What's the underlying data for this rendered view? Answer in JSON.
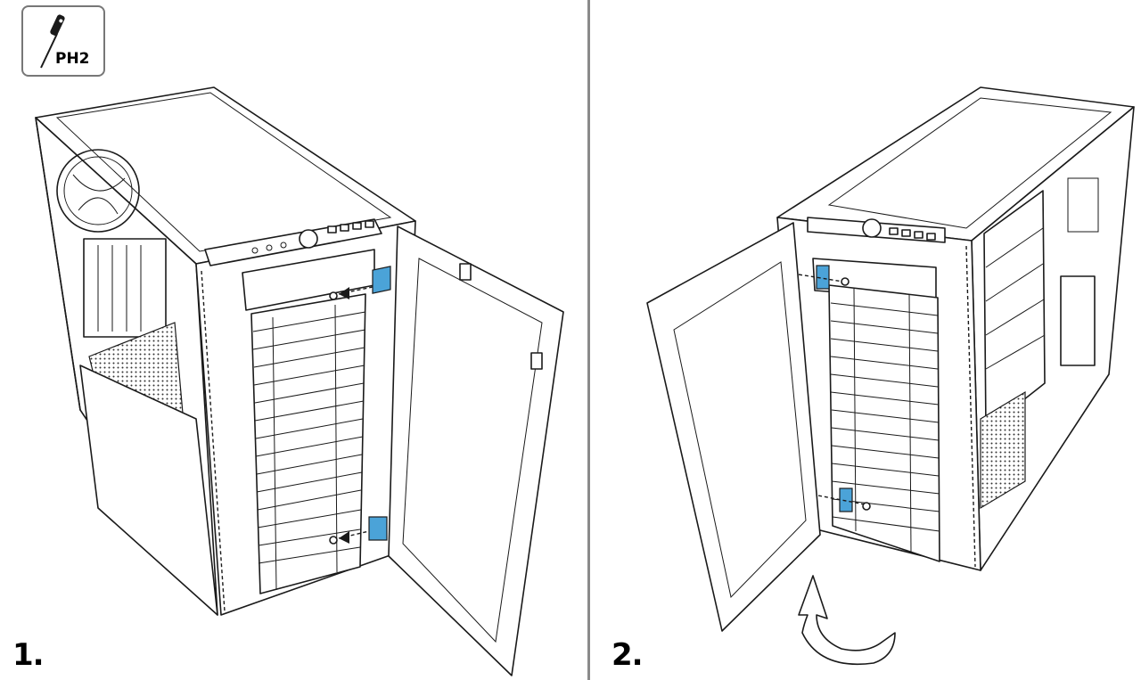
{
  "tool": {
    "label": "PH2",
    "icon": "screwdriver-icon"
  },
  "steps": [
    {
      "number": "1."
    },
    {
      "number": "2."
    }
  ],
  "colors": {
    "highlight": "#4ba3d8",
    "divider": "#8a8a8a",
    "line": "#1a1a1a"
  }
}
